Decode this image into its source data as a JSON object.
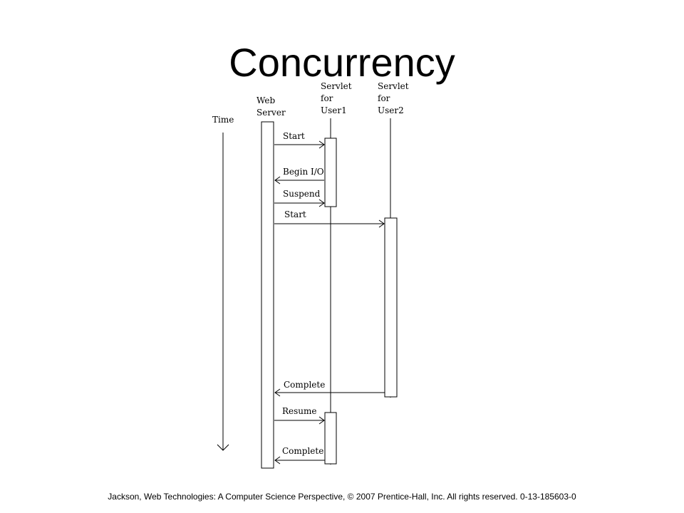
{
  "slide": {
    "title": "Concurrency",
    "footer": "Jackson, Web Technologies: A Computer Science Perspective, © 2007 Prentice-Hall, Inc. All rights reserved. 0-13-185603-0"
  },
  "diagram": {
    "time_label": "Time",
    "participants": {
      "web_server": [
        "Web",
        "Server"
      ],
      "servlet_user1": [
        "Servlet",
        "for",
        "User1"
      ],
      "servlet_user2": [
        "Servlet",
        "for",
        "User2"
      ]
    },
    "messages": {
      "start_1": "Start",
      "begin_io": "Begin I/O",
      "suspend": "Suspend",
      "start_2": "Start",
      "complete_user2": "Complete",
      "resume": "Resume",
      "complete_user1": "Complete"
    }
  }
}
